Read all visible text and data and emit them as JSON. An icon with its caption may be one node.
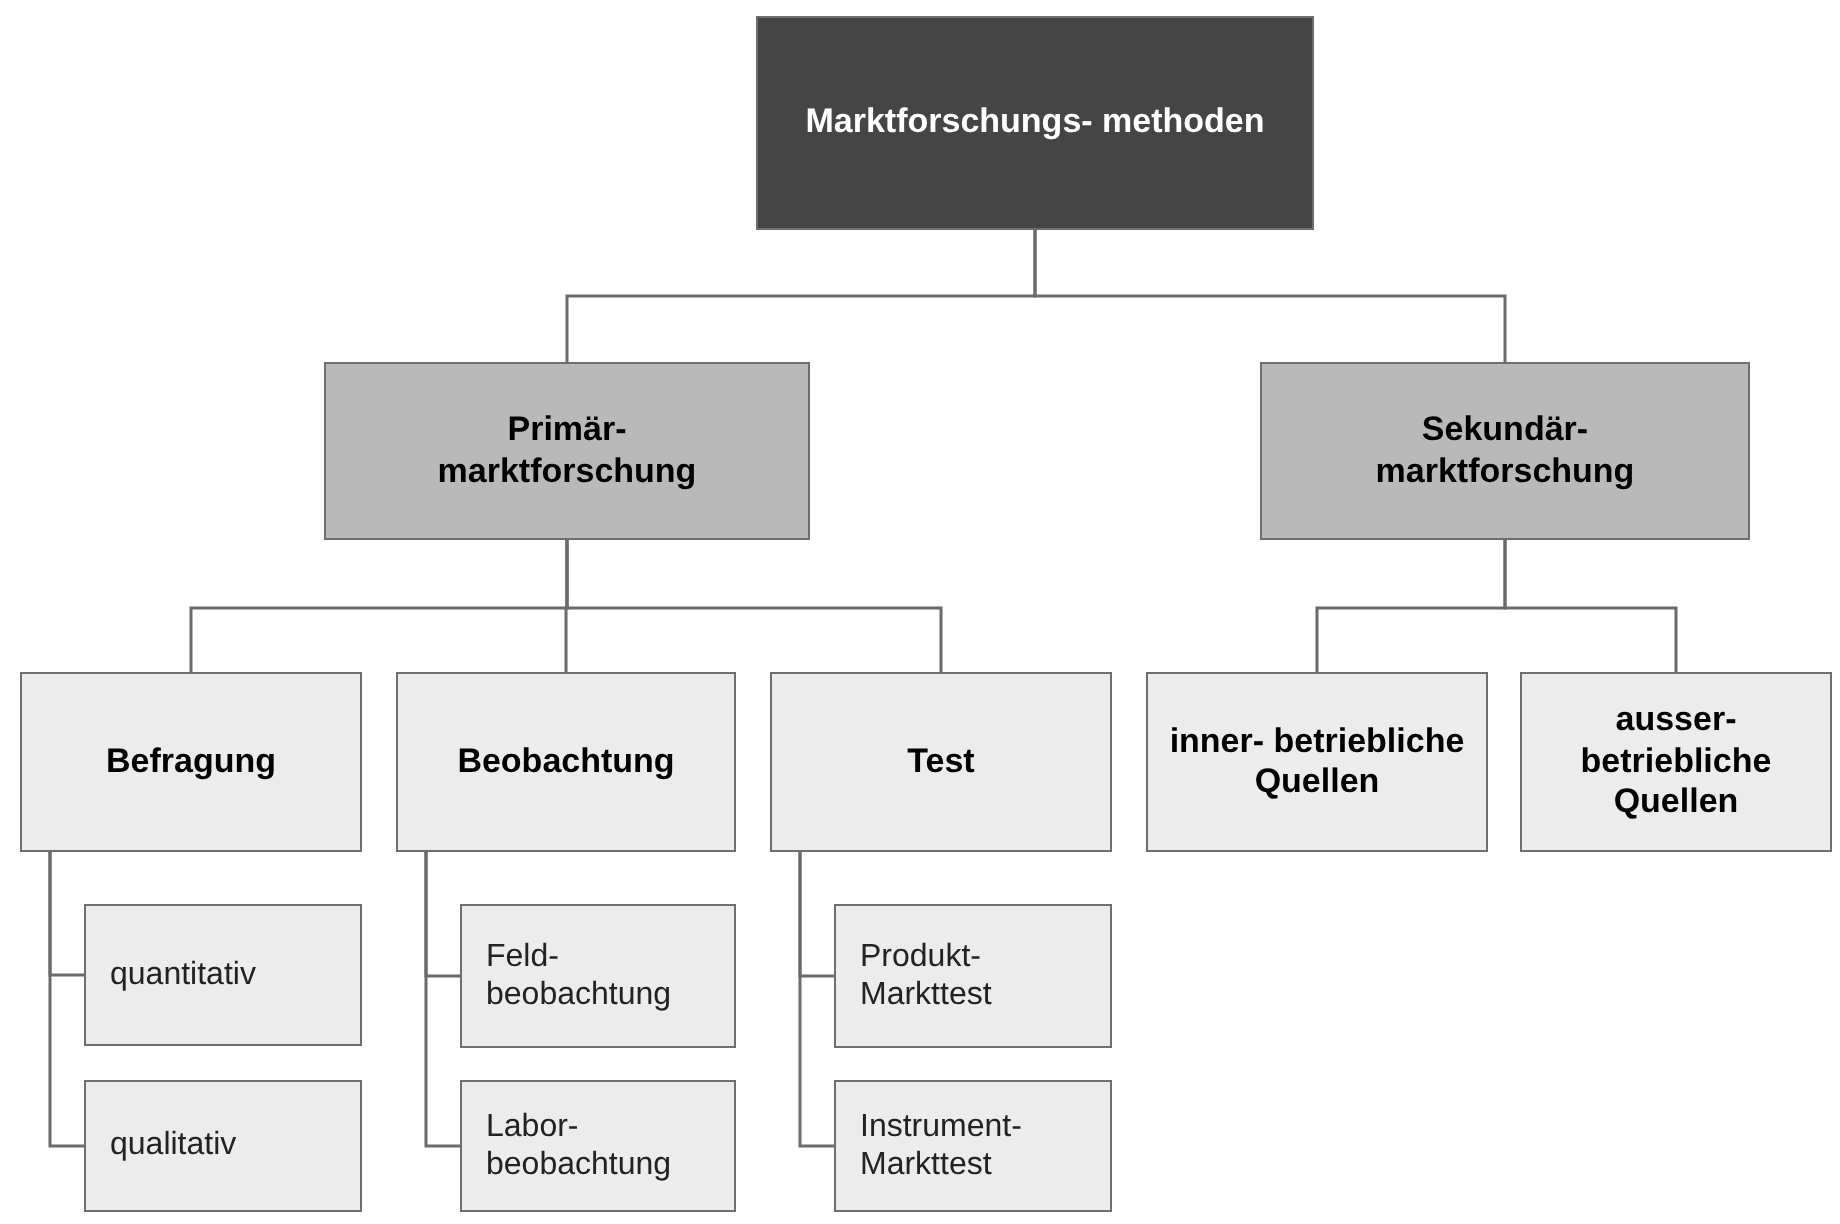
{
  "diagram": {
    "nodes": [
      {
        "text": [
          "Marktforschungs- methoden"
        ]
      },
      {
        "text": [
          "Primär- marktforschung"
        ]
      },
      {
        "text": [
          "Sekundär- marktforschung"
        ]
      },
      {
        "text": [
          "Befragung"
        ]
      },
      {
        "text": [
          "Beobachtung"
        ]
      },
      {
        "text": [
          "Test"
        ]
      },
      {
        "text": [
          "inner- betriebliche Quellen"
        ]
      },
      {
        "text": [
          "ausser- betriebliche Quellen"
        ]
      },
      {
        "text": [
          "quantitativ"
        ]
      },
      {
        "text": [
          "qualitativ"
        ]
      },
      {
        "text": [
          "Feld- beobachtung"
        ]
      },
      {
        "text": [
          "Labor- beobachtung"
        ]
      },
      {
        "text": [
          "Produkt- Markttest"
        ]
      },
      {
        "text": [
          "Instrument- Markttest"
        ]
      }
    ],
    "edges": [
      {
        "from": 0,
        "to": 1,
        "arrow": "none"
      },
      {
        "from": 0,
        "to": 2,
        "arrow": "none"
      },
      {
        "from": 1,
        "to": 3,
        "arrow": "none"
      },
      {
        "from": 1,
        "to": 4,
        "arrow": "none"
      },
      {
        "from": 1,
        "to": 5,
        "arrow": "none"
      },
      {
        "from": 2,
        "to": 6,
        "arrow": "none"
      },
      {
        "from": 2,
        "to": 7,
        "arrow": "none"
      },
      {
        "from": 3,
        "to": 8,
        "arrow": "none"
      },
      {
        "from": 3,
        "to": 9,
        "arrow": "none"
      },
      {
        "from": 4,
        "to": 10,
        "arrow": "none"
      },
      {
        "from": 4,
        "to": 11,
        "arrow": "none"
      },
      {
        "from": 5,
        "to": 12,
        "arrow": "none"
      },
      {
        "from": 5,
        "to": 13,
        "arrow": "none"
      }
    ]
  }
}
